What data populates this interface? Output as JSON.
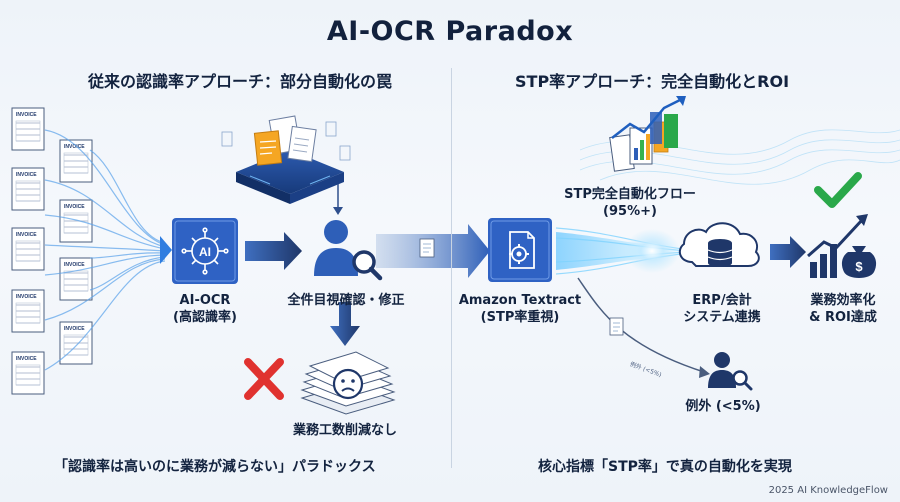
{
  "title": "AI-OCR Paradox",
  "left": {
    "heading": "従来の認識率アプローチ：部分自動化の罠",
    "invoice_label": "INVOICE",
    "ocr_line1": "AI-OCR",
    "ocr_line2": "(高認識率)",
    "check_label": "全件目視確認・修正",
    "no_reduction": "業務工数削減なし",
    "caption": "「認識率は高いのに業務が減らない」パラドックス"
  },
  "right": {
    "heading": "STP率アプローチ：完全自動化とROI",
    "stp_line1": "STP完全自動化フロー",
    "stp_line2": "(95%+)",
    "textract_line1": "Amazon Textract",
    "textract_line2": "(STP率重視)",
    "erp_line1": "ERP/会計",
    "erp_line2": "システム連携",
    "roi_line1": "業務効率化",
    "roi_line2": "& ROI達成",
    "exception_tag": "例外 (<5%)",
    "exception_label": "例外 (<5%)",
    "caption": "核心指標「STP率」で真の自動化を実現"
  },
  "copyright": "2025 AI KnowledgeFlow",
  "colors": {
    "primary_blue": "#2e5fb8",
    "dark_navy": "#1f3769",
    "red_cross": "#e0322f",
    "check_green": "#2aa84a",
    "flow_cyan": "#7fd3ff"
  }
}
